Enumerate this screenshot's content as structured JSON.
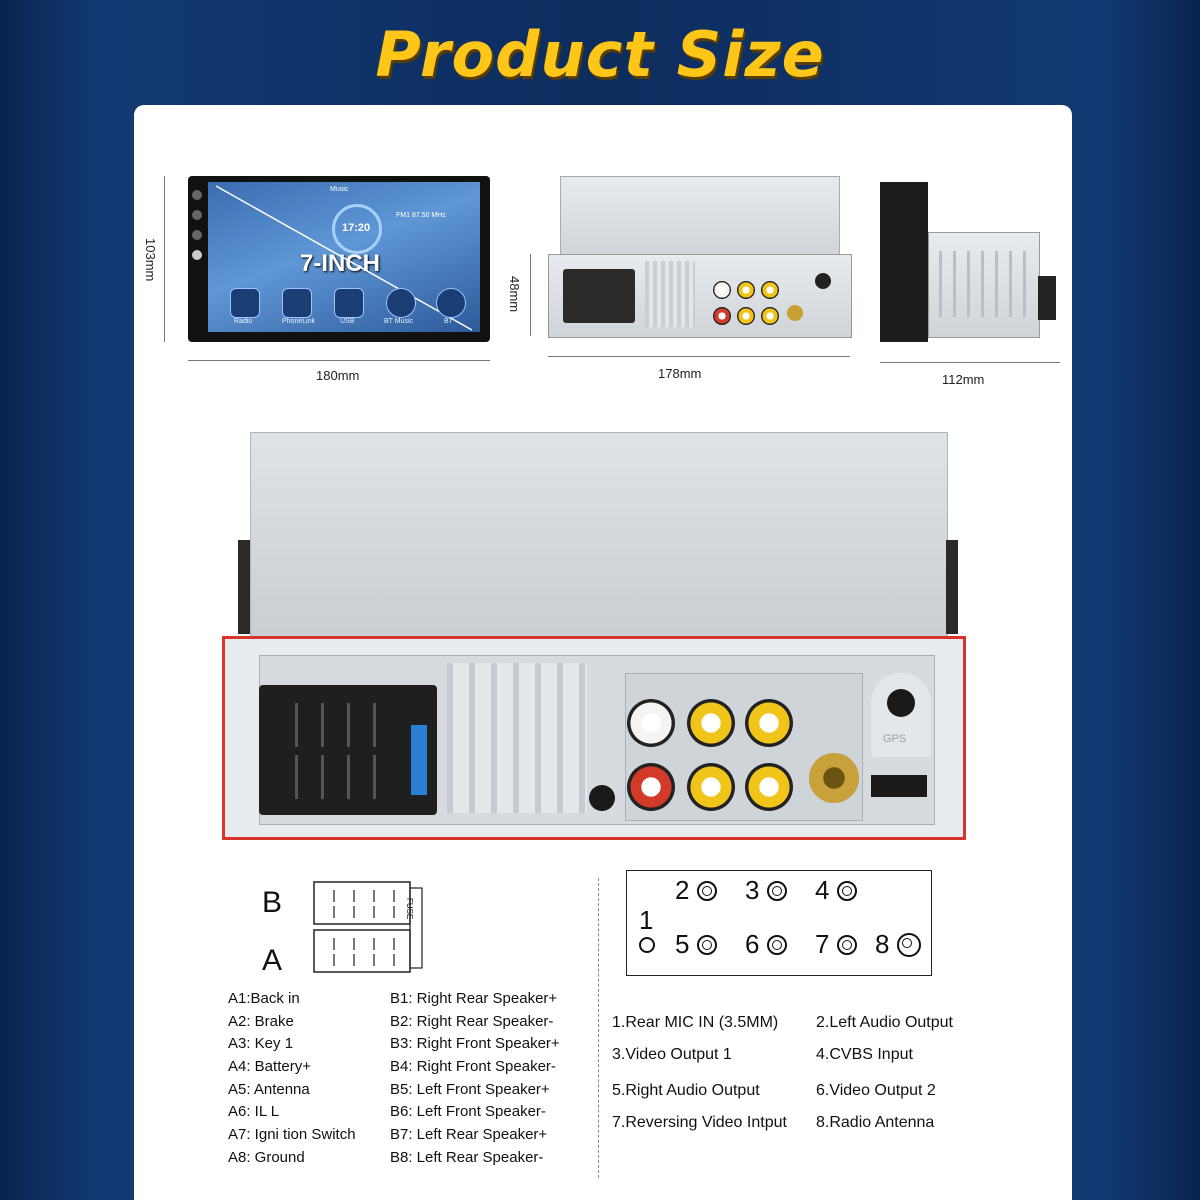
{
  "title": "Product Size",
  "front": {
    "screen_label": "7-INCH",
    "status_label": "Music",
    "radio_freq": "FM1 87.50 MHz",
    "clock": "17:20",
    "apps": [
      "Radio",
      "PhoneLink",
      "USB",
      "BT Music",
      "BT"
    ],
    "width": "180mm",
    "height": "103mm"
  },
  "rear_small": {
    "width": "178mm",
    "height": "48mm"
  },
  "side": {
    "depth": "112mm"
  },
  "detail": {
    "gps_label": "GPS"
  },
  "connector": {
    "row_b": "B",
    "row_a": "A",
    "fuse_label": "FUSE"
  },
  "ports": {
    "numbers": [
      "1",
      "2",
      "3",
      "4",
      "5",
      "6",
      "7",
      "8"
    ]
  },
  "wiring_a": [
    "A1:Back    in",
    "A2: Brake",
    "A3: Key 1",
    "A4: Battery+",
    "A5: Antenna",
    "A6: IL L",
    "A7:  Igni tion Switch",
    "A8: Ground"
  ],
  "wiring_b": [
    "B1: Right Rear Speaker+",
    "B2: Right Rear Speaker-",
    "B3: Right Front Speaker+",
    "B4: Right Front Speaker-",
    "B5: Left Front Speaker+",
    "B6: Left Front Speaker-",
    "B7: Left Rear Speaker+",
    "B8: Left Rear Speaker-"
  ],
  "port_legend": [
    "1.Rear MIC IN (3.5MM)",
    "2.Left Audio Output",
    "3.Video Output 1",
    "4.CVBS Input",
    "5.Right Audio Output",
    "6.Video Output 2",
    "7.Reversing Video Intput",
    "8.Radio Antenna"
  ],
  "colors": {
    "title": "#ffc61a",
    "background": "#0d2c5e",
    "highlight_border": "#d9342b"
  }
}
